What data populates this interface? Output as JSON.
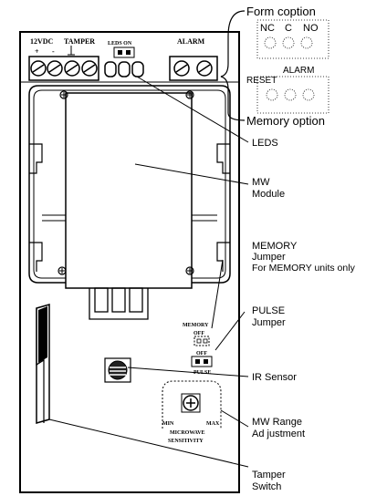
{
  "board": {
    "terminal_label_power": "12VDC",
    "terminal_label_tamper": "TAMPER",
    "polarity_plus": "+",
    "polarity_minus": "-",
    "leds_on_label": "LEDS ON",
    "alarm_label": "ALARM",
    "memory_jumper_label": "MEMORY",
    "memory_off_label": "OFF",
    "pulse_off_label": "OFF",
    "pulse_label": "PULSE",
    "min_label": "MIN",
    "max_label": "MAX",
    "microwave_label": "MICROWAVE",
    "sensitivity_label": "SENSITIVITY"
  },
  "options": {
    "form_title": "Form coption",
    "nc": "NC",
    "c": "C",
    "no": "NO",
    "alarm": "ALARM",
    "reset": "RESET",
    "memory_title": "Memory option"
  },
  "callouts": {
    "leds": "LEDS",
    "mw_line1": "MW",
    "mw_line2": "Module",
    "memory_line1": "MEMORY",
    "memory_line2": "Jumper",
    "memory_line3": "For MEMORY units only",
    "pulse_line1": "PULSE",
    "pulse_line2": "Jumper",
    "ir": "IR Sensor",
    "range_line1": "MW Range",
    "range_line2": "Ad justment",
    "tamper_line1": "Tamper",
    "tamper_line2": "Switch"
  }
}
